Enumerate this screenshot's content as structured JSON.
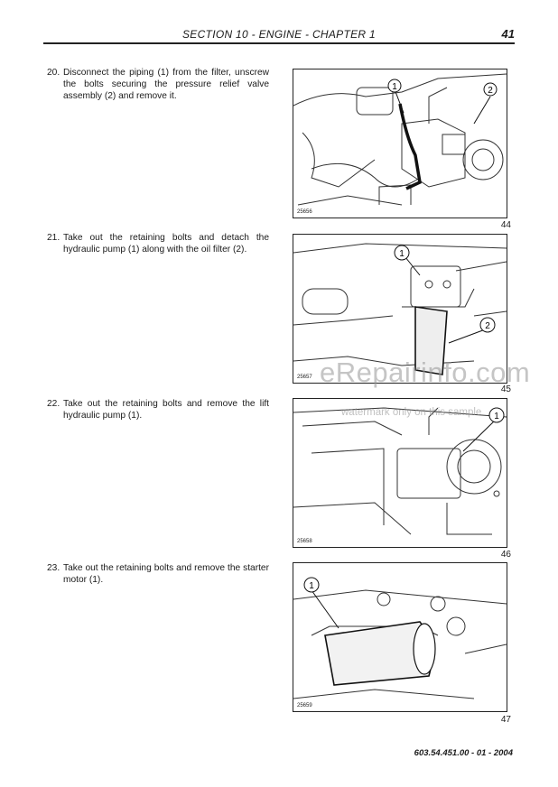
{
  "header": {
    "title": "SECTION 10 - ENGINE - CHAPTER 1",
    "page_number": "41"
  },
  "steps": [
    {
      "number": "20.",
      "text": "Disconnect the piping (1) from the filter, unscrew the bolts securing the pressure relief valve assembly (2) and remove it."
    },
    {
      "number": "21.",
      "text": "Take out the retaining bolts and detach the hydraulic pump (1) along with the oil filter (2)."
    },
    {
      "number": "22.",
      "text": "Take out the retaining bolts and remove the lift hydraulic pump (1)."
    },
    {
      "number": "23.",
      "text": "Take out the retaining bolts and remove the starter motor (1)."
    }
  ],
  "figures": [
    {
      "id": "25656",
      "number": "44",
      "callouts": [
        "1",
        "2"
      ]
    },
    {
      "id": "25657",
      "number": "45",
      "callouts": [
        "1",
        "2"
      ]
    },
    {
      "id": "25658",
      "number": "46",
      "callouts": [
        "1"
      ]
    },
    {
      "id": "25659",
      "number": "47",
      "callouts": [
        "1"
      ]
    }
  ],
  "watermark": {
    "main": "eRepairinfo.com",
    "sub": "watermark only on this sample"
  },
  "footer": {
    "doc_ref": "603.54.451.00 - 01 - 2004"
  }
}
